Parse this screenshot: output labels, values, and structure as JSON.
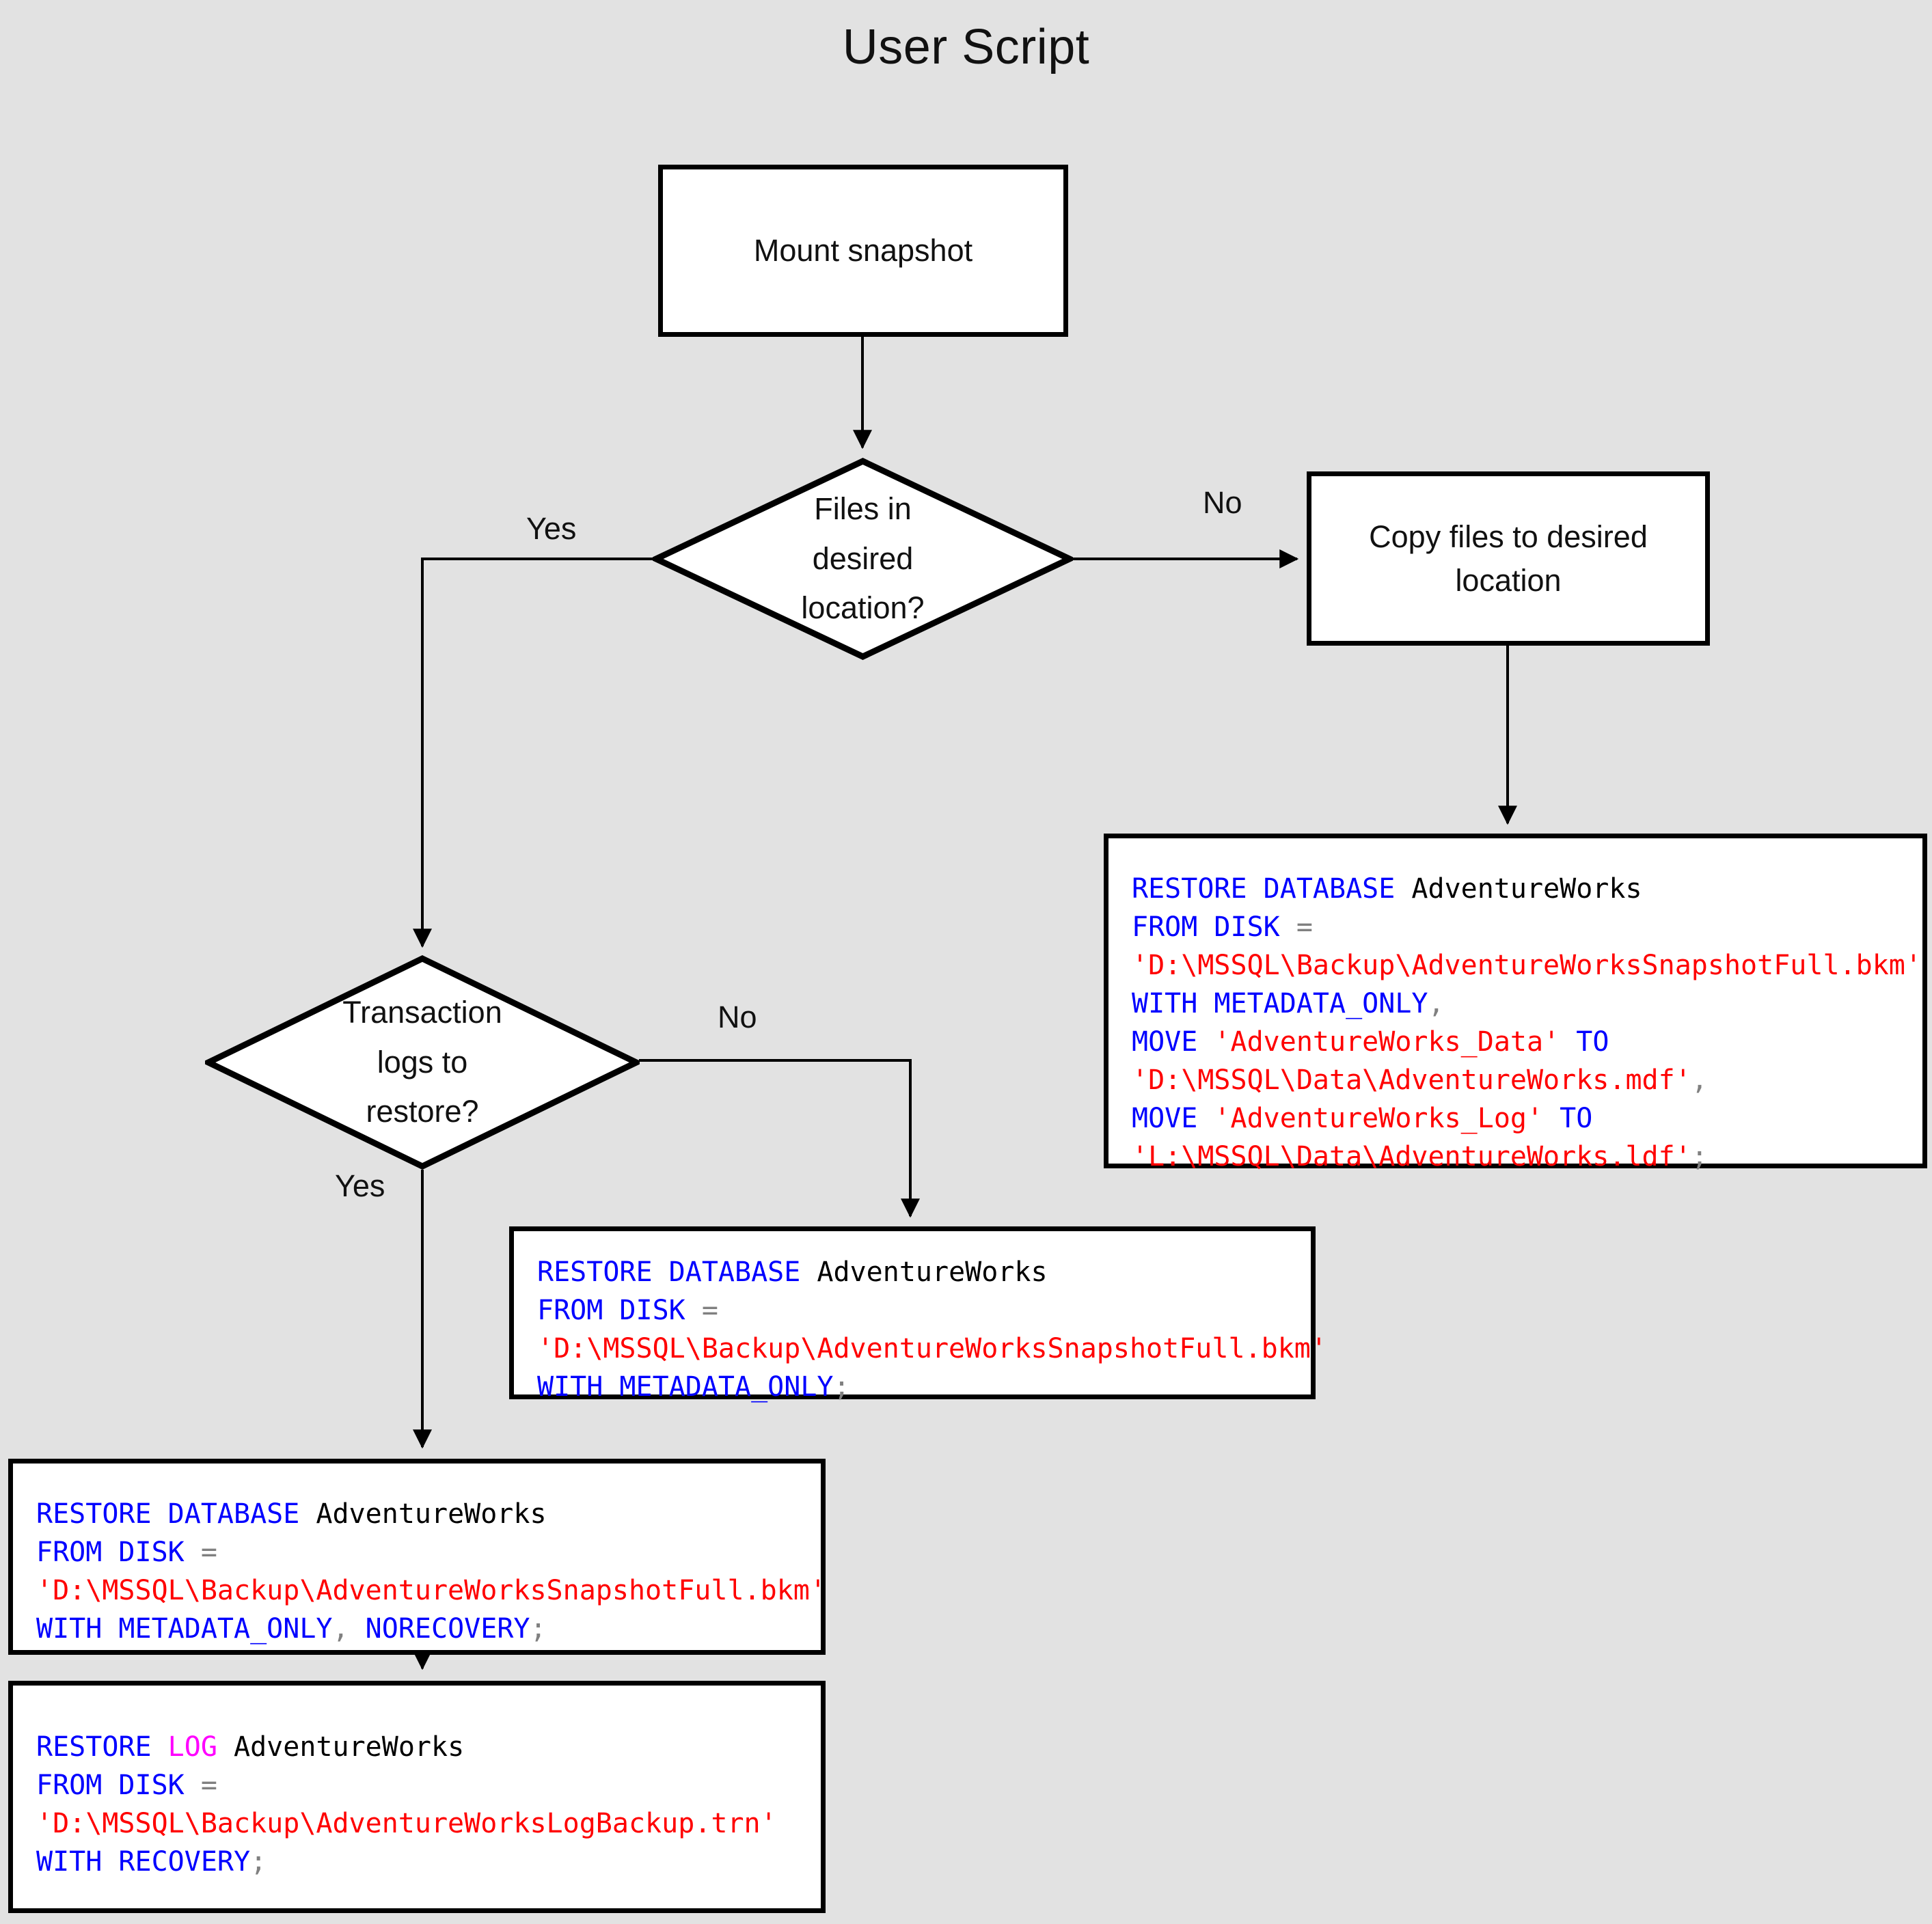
{
  "page": {
    "title": "User Script",
    "background_color": "#e2e2e2",
    "shape_fill": "#ffffff",
    "shape_stroke": "#000000"
  },
  "palette": {
    "keyword": "#0000ff",
    "keyword_alt": "#ff00ff",
    "string": "#ff0000",
    "identifier": "#000000",
    "punctuation": "#808080"
  },
  "nodes": {
    "mount_snapshot": {
      "label": "Mount snapshot"
    },
    "decision_files": {
      "label": "Files in\ndesired\nlocation?"
    },
    "copy_files": {
      "label": "Copy files to desired\nlocation"
    },
    "decision_logs": {
      "label": "Transaction\nlogs to\nrestore?"
    }
  },
  "edge_labels": {
    "files_yes": "Yes",
    "files_no": "No",
    "logs_no": "No",
    "logs_yes": "Yes"
  },
  "code_blocks": {
    "restore_with_move": {
      "lines": [
        [
          {
            "t": "RESTORE DATABASE ",
            "c": "kw"
          },
          {
            "t": "AdventureWorks",
            "c": "id"
          }
        ],
        [
          {
            "t": "FROM DISK ",
            "c": "kw"
          },
          {
            "t": "=",
            "c": "pun"
          }
        ],
        [
          {
            "t": "'D:\\MSSQL\\Backup\\AdventureWorksSnapshotFull.bkm'",
            "c": "str"
          }
        ],
        [
          {
            "t": "WITH METADATA_ONLY",
            "c": "kw"
          },
          {
            "t": ",",
            "c": "pun"
          }
        ],
        [
          {
            "t": "MOVE ",
            "c": "kw"
          },
          {
            "t": "'AdventureWorks_Data'",
            "c": "str"
          },
          {
            "t": " TO",
            "c": "kw"
          }
        ],
        [
          {
            "t": "'D:\\MSSQL\\Data\\AdventureWorks.mdf'",
            "c": "str"
          },
          {
            "t": ",",
            "c": "pun"
          }
        ],
        [
          {
            "t": "MOVE ",
            "c": "kw"
          },
          {
            "t": "'AdventureWorks_Log'",
            "c": "str"
          },
          {
            "t": " TO",
            "c": "kw"
          }
        ],
        [
          {
            "t": "'L:\\MSSQL\\Data\\AdventureWorks.ldf'",
            "c": "str"
          },
          {
            "t": ";",
            "c": "pun"
          }
        ]
      ]
    },
    "restore_metadata_only": {
      "lines": [
        [
          {
            "t": "RESTORE DATABASE ",
            "c": "kw"
          },
          {
            "t": "AdventureWorks",
            "c": "id"
          }
        ],
        [
          {
            "t": "FROM DISK ",
            "c": "kw"
          },
          {
            "t": "=",
            "c": "pun"
          }
        ],
        [
          {
            "t": "'D:\\MSSQL\\Backup\\AdventureWorksSnapshotFull.bkm'",
            "c": "str"
          }
        ],
        [
          {
            "t": "WITH METADATA_ONLY",
            "c": "kw"
          },
          {
            "t": ";",
            "c": "pun"
          }
        ]
      ]
    },
    "restore_norecovery": {
      "lines": [
        [
          {
            "t": "RESTORE DATABASE ",
            "c": "kw"
          },
          {
            "t": "AdventureWorks",
            "c": "id"
          }
        ],
        [
          {
            "t": "FROM DISK ",
            "c": "kw"
          },
          {
            "t": "=",
            "c": "pun"
          }
        ],
        [
          {
            "t": "'D:\\MSSQL\\Backup\\AdventureWorksSnapshotFull.bkm'",
            "c": "str"
          }
        ],
        [
          {
            "t": "WITH METADATA_ONLY",
            "c": "kw"
          },
          {
            "t": ", ",
            "c": "pun"
          },
          {
            "t": "NORECOVERY",
            "c": "kw"
          },
          {
            "t": ";",
            "c": "pun"
          }
        ]
      ]
    },
    "restore_log": {
      "lines": [
        [
          {
            "t": "RESTORE ",
            "c": "kw"
          },
          {
            "t": "LOG",
            "c": "kw2"
          },
          {
            "t": " ",
            "c": "kw"
          },
          {
            "t": "AdventureWorks",
            "c": "id"
          }
        ],
        [
          {
            "t": "FROM DISK ",
            "c": "kw"
          },
          {
            "t": "=",
            "c": "pun"
          }
        ],
        [
          {
            "t": "'D:\\MSSQL\\Backup\\AdventureWorksLogBackup.trn'",
            "c": "str"
          }
        ],
        [
          {
            "t": "WITH RECOVERY",
            "c": "kw"
          },
          {
            "t": ";",
            "c": "pun"
          }
        ]
      ]
    }
  }
}
